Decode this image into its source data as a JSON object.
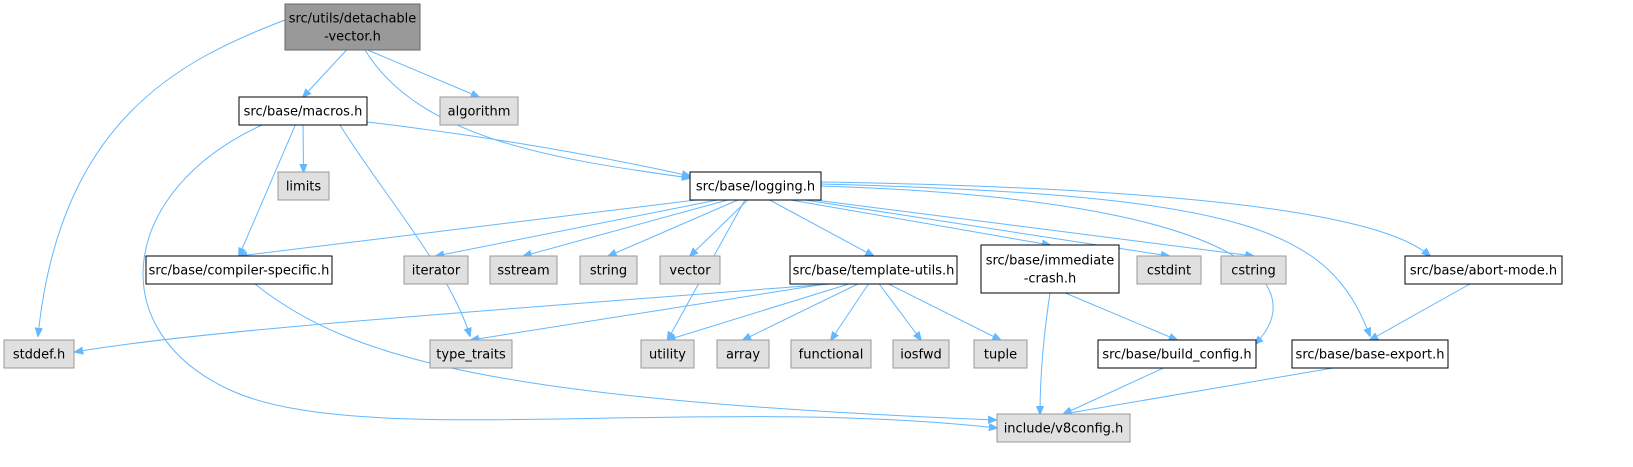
{
  "colors": {
    "root_fill": "#999999",
    "internal_fill": "#ffffff",
    "external_fill": "#e0e0e0",
    "internal_stroke": "#000000",
    "external_stroke": "#999999",
    "edge": "#63b8ff"
  },
  "nodes": [
    {
      "id": "root",
      "lines": [
        "src/utils/detachable",
        "-vector.h"
      ],
      "kind": "root"
    },
    {
      "id": "macros",
      "lines": [
        "src/base/macros.h"
      ],
      "kind": "internal"
    },
    {
      "id": "algorithm",
      "lines": [
        "algorithm"
      ],
      "kind": "external"
    },
    {
      "id": "limits",
      "lines": [
        "limits"
      ],
      "kind": "external"
    },
    {
      "id": "logging",
      "lines": [
        "src/base/logging.h"
      ],
      "kind": "internal"
    },
    {
      "id": "compiler",
      "lines": [
        "src/base/compiler-specific.h"
      ],
      "kind": "internal"
    },
    {
      "id": "iterator",
      "lines": [
        "iterator"
      ],
      "kind": "external"
    },
    {
      "id": "sstream",
      "lines": [
        "sstream"
      ],
      "kind": "external"
    },
    {
      "id": "string",
      "lines": [
        "string"
      ],
      "kind": "external"
    },
    {
      "id": "vector",
      "lines": [
        "vector"
      ],
      "kind": "external"
    },
    {
      "id": "template",
      "lines": [
        "src/base/template-utils.h"
      ],
      "kind": "internal"
    },
    {
      "id": "immediate",
      "lines": [
        "src/base/immediate",
        "-crash.h"
      ],
      "kind": "internal"
    },
    {
      "id": "cstdint",
      "lines": [
        "cstdint"
      ],
      "kind": "external"
    },
    {
      "id": "cstring",
      "lines": [
        "cstring"
      ],
      "kind": "external"
    },
    {
      "id": "abort",
      "lines": [
        "src/base/abort-mode.h"
      ],
      "kind": "internal"
    },
    {
      "id": "stddef",
      "lines": [
        "stddef.h"
      ],
      "kind": "external"
    },
    {
      "id": "type_traits",
      "lines": [
        "type_traits"
      ],
      "kind": "external"
    },
    {
      "id": "utility",
      "lines": [
        "utility"
      ],
      "kind": "external"
    },
    {
      "id": "array",
      "lines": [
        "array"
      ],
      "kind": "external"
    },
    {
      "id": "functional",
      "lines": [
        "functional"
      ],
      "kind": "external"
    },
    {
      "id": "iosfwd",
      "lines": [
        "iosfwd"
      ],
      "kind": "external"
    },
    {
      "id": "tuple",
      "lines": [
        "tuple"
      ],
      "kind": "external"
    },
    {
      "id": "build_config",
      "lines": [
        "src/base/build_config.h"
      ],
      "kind": "internal"
    },
    {
      "id": "base_export",
      "lines": [
        "src/base/base-export.h"
      ],
      "kind": "internal"
    },
    {
      "id": "v8config",
      "lines": [
        "include/v8config.h"
      ],
      "kind": "external"
    }
  ],
  "edges": [
    {
      "from": "root",
      "to": "stddef"
    },
    {
      "from": "root",
      "to": "macros"
    },
    {
      "from": "root",
      "to": "logging"
    },
    {
      "from": "root",
      "to": "algorithm"
    },
    {
      "from": "macros",
      "to": "limits"
    },
    {
      "from": "macros",
      "to": "compiler"
    },
    {
      "from": "macros",
      "to": "type_traits"
    },
    {
      "from": "macros",
      "to": "v8config"
    },
    {
      "from": "macros",
      "to": "logging"
    },
    {
      "from": "logging",
      "to": "compiler"
    },
    {
      "from": "logging",
      "to": "iterator"
    },
    {
      "from": "logging",
      "to": "sstream"
    },
    {
      "from": "logging",
      "to": "string"
    },
    {
      "from": "logging",
      "to": "vector"
    },
    {
      "from": "logging",
      "to": "utility"
    },
    {
      "from": "logging",
      "to": "template"
    },
    {
      "from": "logging",
      "to": "immediate"
    },
    {
      "from": "logging",
      "to": "cstdint"
    },
    {
      "from": "logging",
      "to": "cstring"
    },
    {
      "from": "logging",
      "to": "build_config"
    },
    {
      "from": "logging",
      "to": "base_export"
    },
    {
      "from": "logging",
      "to": "abort"
    },
    {
      "from": "compiler",
      "to": "v8config"
    },
    {
      "from": "template",
      "to": "stddef"
    },
    {
      "from": "template",
      "to": "type_traits"
    },
    {
      "from": "template",
      "to": "utility"
    },
    {
      "from": "template",
      "to": "array"
    },
    {
      "from": "template",
      "to": "functional"
    },
    {
      "from": "template",
      "to": "iosfwd"
    },
    {
      "from": "template",
      "to": "tuple"
    },
    {
      "from": "immediate",
      "to": "build_config"
    },
    {
      "from": "immediate",
      "to": "v8config"
    },
    {
      "from": "build_config",
      "to": "v8config"
    },
    {
      "from": "abort",
      "to": "base_export"
    },
    {
      "from": "base_export",
      "to": "v8config"
    }
  ]
}
